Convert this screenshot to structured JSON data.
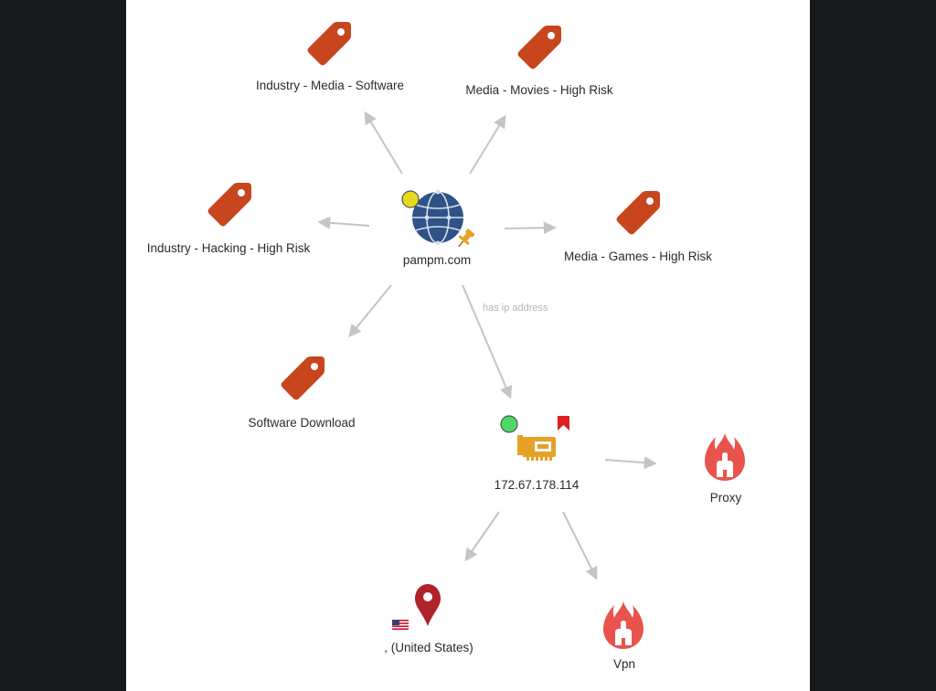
{
  "graph": {
    "center": {
      "label": "pampm.com",
      "status_color": "#e6da1a"
    },
    "tags": [
      {
        "label": "Industry - Media - Software"
      },
      {
        "label": "Media - Movies - High Risk"
      },
      {
        "label": "Industry - Hacking - High Risk"
      },
      {
        "label": "Media - Games - High Risk"
      },
      {
        "label": "Software Download"
      }
    ],
    "edge_label": "has ip address",
    "ip": {
      "label": "172.67.178.114",
      "status_color": "#4cd964",
      "flag_color": "#e02020"
    },
    "threats": [
      {
        "label": "Proxy"
      },
      {
        "label": "Vpn"
      }
    ],
    "location": {
      "label": ", (United States)",
      "country_flag": "us-flag"
    },
    "colors": {
      "tag": "#c8461d",
      "threat": "#e8534b",
      "globe": "#2f5386",
      "chip": "#e5a227",
      "location_pin": "#b0232a",
      "edge": "#c4c4c4"
    }
  }
}
